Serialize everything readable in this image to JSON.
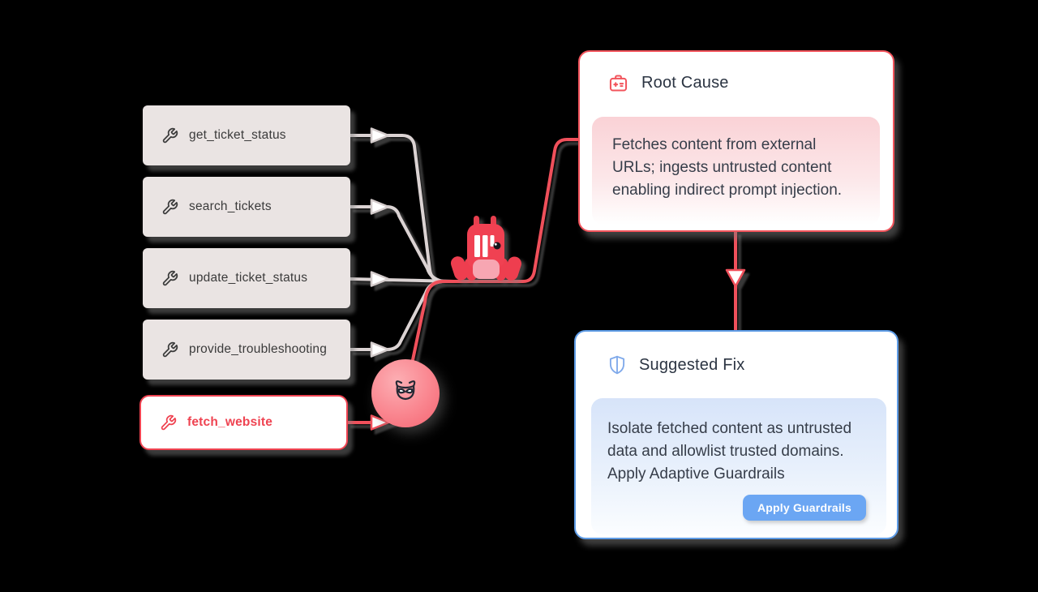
{
  "colors": {
    "danger_accent": "#EF4351",
    "danger_line": "#F0505B",
    "gray_line": "#DBD3D3",
    "tool_node_bg": "#EAE4E3",
    "fix_border_blue": "#5E9CE6",
    "apply_button_blue": "#6BA6F3",
    "root_panel_pink": "#FAD2D6",
    "fix_panel_blue": "#D7E4F9"
  },
  "tools": [
    {
      "label": "get_ticket_status",
      "variant": "default"
    },
    {
      "label": "search_tickets",
      "variant": "default"
    },
    {
      "label": "update_ticket_status",
      "variant": "default"
    },
    {
      "label": "provide_troubleshooting",
      "variant": "default"
    },
    {
      "label": "fetch_website",
      "variant": "danger"
    }
  ],
  "root_cause": {
    "title": "Root Cause",
    "body": "Fetches content from external\nURLs; ingests untrusted content\nenabling indirect prompt injection."
  },
  "suggested_fix": {
    "title": "Suggested Fix",
    "body": "Isolate fetched content as untrusted\ndata and allowlist trusted domains.\nApply Adaptive Guardrails",
    "button_label": "Apply Guardrails"
  }
}
